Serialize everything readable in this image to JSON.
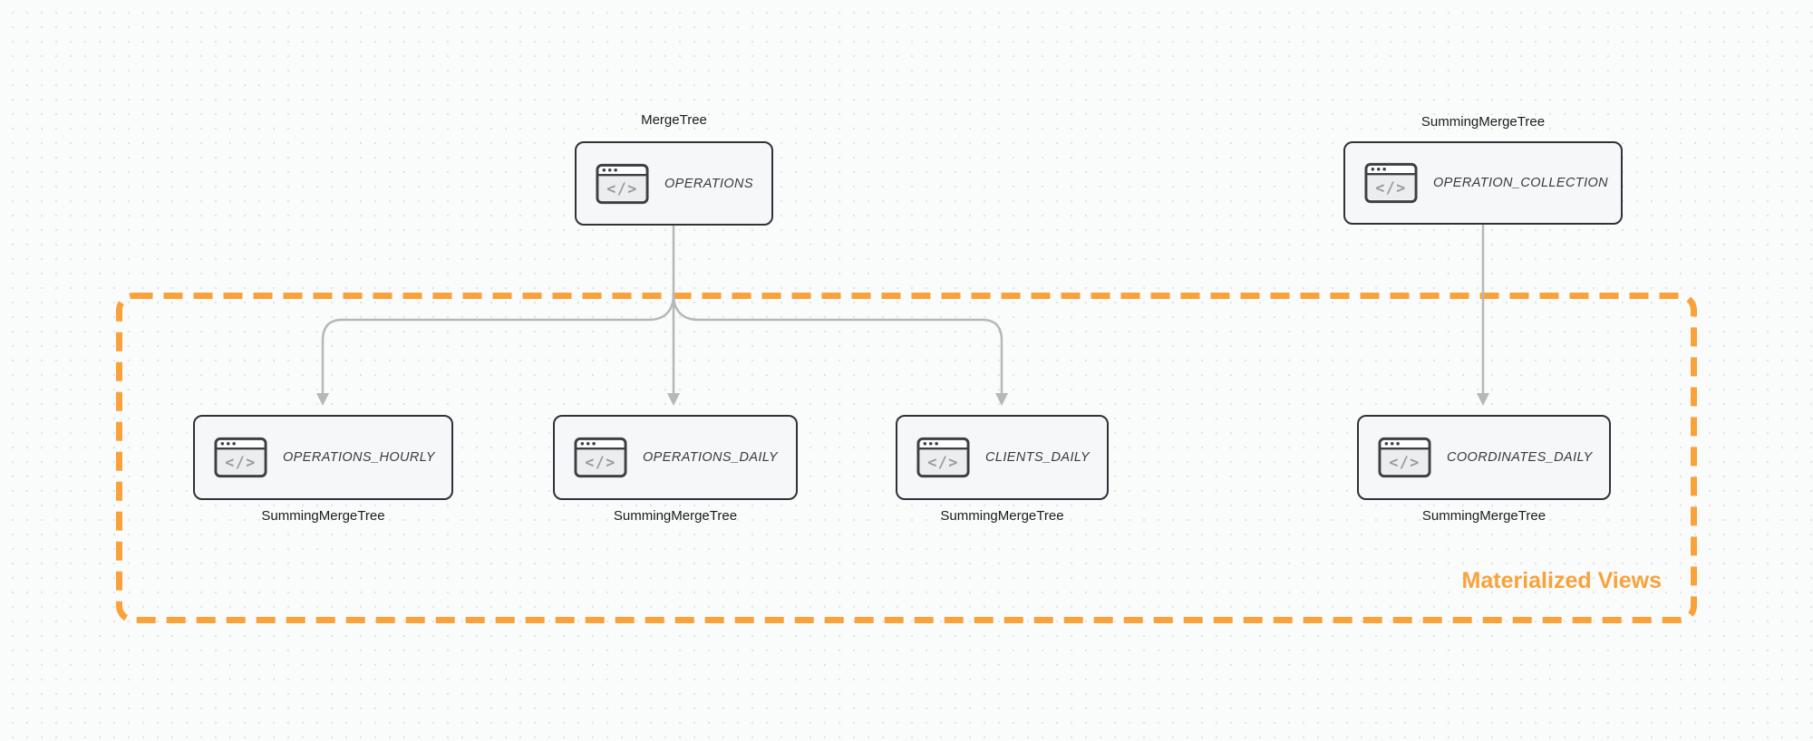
{
  "diagram": {
    "group": {
      "label": "Materialized Views"
    },
    "colors": {
      "accent_orange": "#F9A23A",
      "node_border": "#2E3338",
      "node_fill": "#F6F7F8",
      "connector_gray": "#B5B7B9",
      "text_dark": "#1B1B1D"
    },
    "icon_glyph": "</>",
    "nodes": [
      {
        "id": "operations",
        "label": "OPERATIONS",
        "engine": "MergeTree",
        "engine_position": "above",
        "icon": "code-window-icon",
        "in_group": false
      },
      {
        "id": "operation_collection",
        "label": "OPERATION_COLLECTION",
        "engine": "SummingMergeTree",
        "engine_position": "above",
        "icon": "code-window-icon",
        "in_group": false
      },
      {
        "id": "operations_hourly",
        "label": "OPERATIONS_HOURLY",
        "engine": "SummingMergeTree",
        "engine_position": "below",
        "icon": "code-window-icon",
        "in_group": true
      },
      {
        "id": "operations_daily",
        "label": "OPERATIONS_DAILY",
        "engine": "SummingMergeTree",
        "engine_position": "below",
        "icon": "code-window-icon",
        "in_group": true
      },
      {
        "id": "clients_daily",
        "label": "CLIENTS_DAILY",
        "engine": "SummingMergeTree",
        "engine_position": "below",
        "icon": "code-window-icon",
        "in_group": true
      },
      {
        "id": "coordinates_daily",
        "label": "COORDINATES_DAILY",
        "engine": "SummingMergeTree",
        "engine_position": "below",
        "icon": "code-window-icon",
        "in_group": true
      }
    ],
    "edges": [
      {
        "from": "operations",
        "to": "operations_hourly"
      },
      {
        "from": "operations",
        "to": "operations_daily"
      },
      {
        "from": "operations",
        "to": "clients_daily"
      },
      {
        "from": "operation_collection",
        "to": "coordinates_daily"
      }
    ]
  }
}
